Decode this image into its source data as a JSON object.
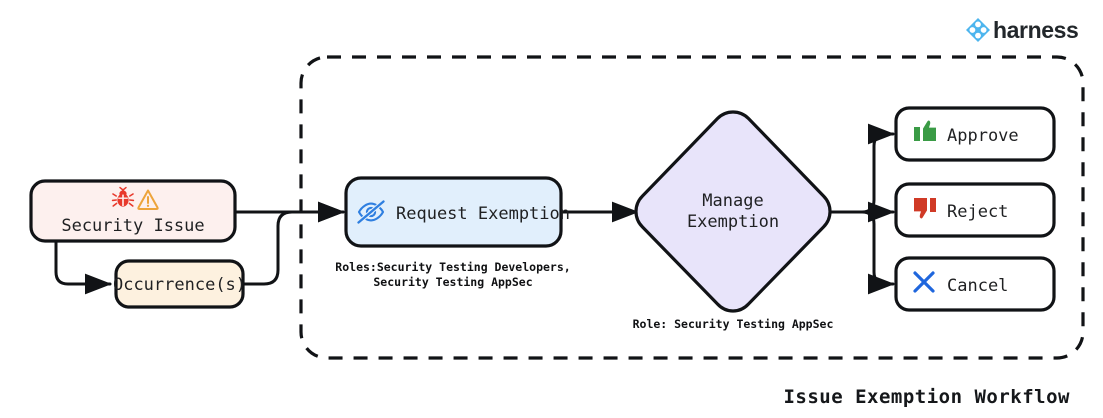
{
  "brand": {
    "name": "harness",
    "logo_icon": "harness-diamond-icon",
    "logo_color": "#4db5ee"
  },
  "caption": {
    "text": "Issue Exemption Workflow"
  },
  "cluster": {
    "name": "exemption-process-boundary",
    "style": "dashed"
  },
  "nodes": [
    {
      "id": "security-issue",
      "label": "Security Issue",
      "icons": [
        "bug-icon",
        "warning-triangle-icon"
      ],
      "fill": "#fdf0ee",
      "stroke": "#111316",
      "shape": "rounded-rect"
    },
    {
      "id": "occurrences",
      "label": "Occurrence(s)",
      "icons": [],
      "fill": "#fdf1df",
      "stroke": "#111316",
      "shape": "rounded-rect"
    },
    {
      "id": "request-exemption",
      "label": "Request Exemption",
      "icons": [
        "eye-off-icon"
      ],
      "fill": "#e1effc",
      "stroke": "#111316",
      "shape": "rounded-rect"
    },
    {
      "id": "manage-exemption",
      "label_line1": "Manage",
      "label_line2": "Exemption",
      "icons": [],
      "fill": "#e8e4fa",
      "stroke": "#111316",
      "shape": "diamond"
    },
    {
      "id": "approve",
      "label": "Approve",
      "icons": [
        "thumbs-up-icon"
      ],
      "icon_color": "#3a9b45",
      "fill": "#ffffff",
      "stroke": "#111316",
      "shape": "rounded-rect"
    },
    {
      "id": "reject",
      "label": "Reject",
      "icons": [
        "thumbs-down-icon"
      ],
      "icon_color": "#d03a26",
      "fill": "#ffffff",
      "stroke": "#111316",
      "shape": "rounded-rect"
    },
    {
      "id": "cancel",
      "label": "Cancel",
      "icons": [
        "x-mark-icon"
      ],
      "icon_color": "#1f66dd",
      "fill": "#ffffff",
      "stroke": "#111316",
      "shape": "rounded-rect"
    }
  ],
  "annotations": {
    "request_roles_line1": "Roles:Security Testing Developers,",
    "request_roles_line2": "Security Testing AppSec",
    "manage_role": "Role: Security Testing AppSec"
  },
  "icon_colors": {
    "bug": "#e8392c",
    "warning": "#eda43b",
    "eye_off": "#2f7fe0",
    "thumbs_up": "#3a9b45",
    "thumbs_down": "#d03a26",
    "x_mark": "#1f66dd"
  }
}
